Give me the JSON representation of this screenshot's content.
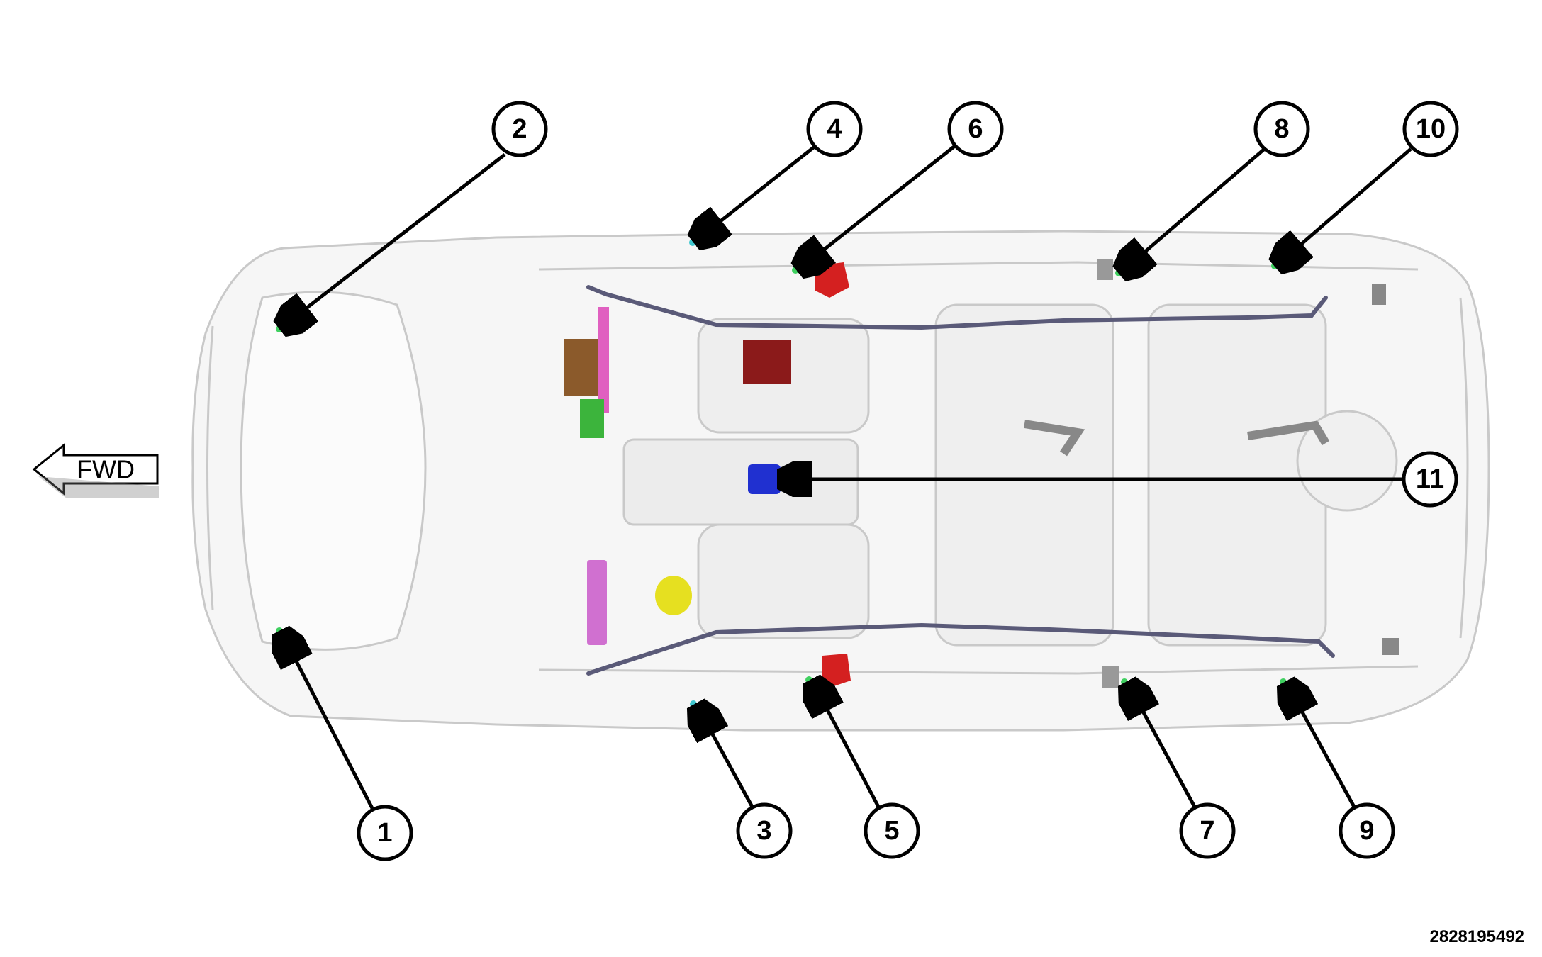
{
  "direction_label": "FWD",
  "figure_id": "2828195492",
  "callouts": [
    {
      "id": "1",
      "label": "1"
    },
    {
      "id": "2",
      "label": "2"
    },
    {
      "id": "3",
      "label": "3"
    },
    {
      "id": "4",
      "label": "4"
    },
    {
      "id": "5",
      "label": "5"
    },
    {
      "id": "6",
      "label": "6"
    },
    {
      "id": "7",
      "label": "7"
    },
    {
      "id": "8",
      "label": "8"
    },
    {
      "id": "9",
      "label": "9"
    },
    {
      "id": "10",
      "label": "10"
    },
    {
      "id": "11",
      "label": "11"
    }
  ],
  "colors": {
    "body_outline": "#c8c8c8",
    "curtain_rail": "#5a5a78",
    "module_brown": "#8b5a2b",
    "module_pink": "#e060c0",
    "module_green": "#3cb43c",
    "module_darkred": "#8b1a1a",
    "module_red": "#d42020",
    "module_blue": "#2030d0",
    "module_yellow": "#e6e020",
    "module_violet": "#d070d0",
    "sensor_green": "#40d060",
    "sensor_cyan": "#40c8d0"
  }
}
